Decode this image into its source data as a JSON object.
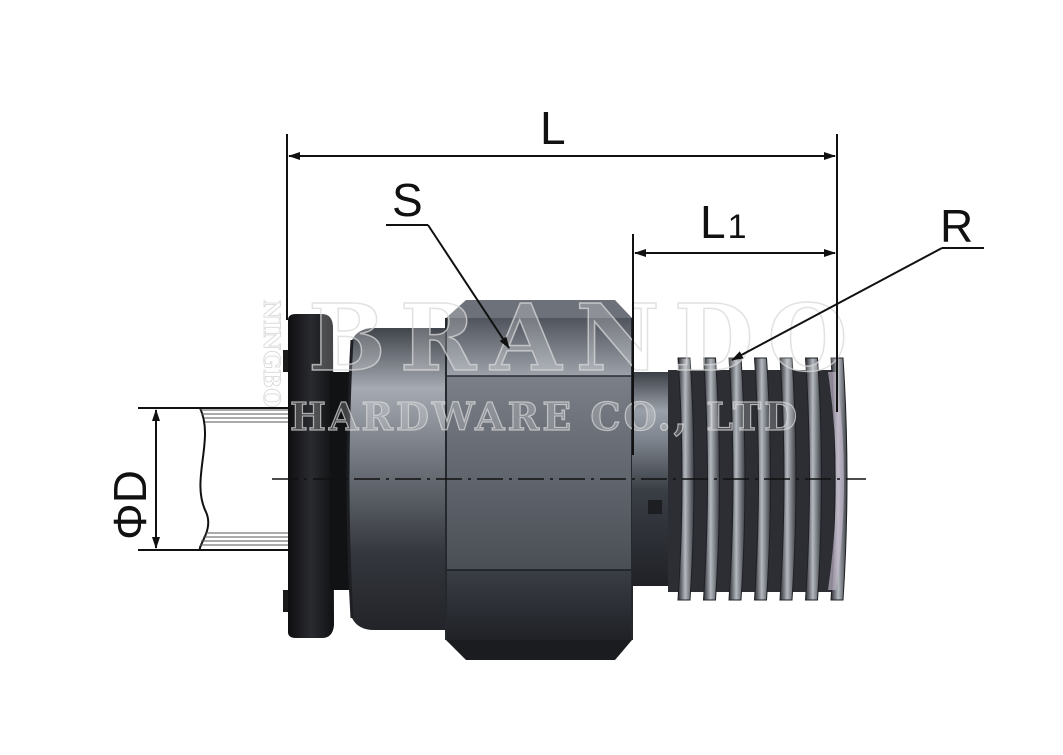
{
  "labels": {
    "length": "L",
    "hex": "S",
    "thread_length_main": "L",
    "thread_length_sub": "1",
    "thread": "R",
    "diameter": "ΦD"
  },
  "watermark": {
    "main": "BRANDO",
    "sub": "HARDWARE CO., LTD",
    "vertical": "NINGBO"
  },
  "colors": {
    "line": "#111111",
    "collet": "#1a1a1a",
    "body_dark": "#2e3138",
    "body_light": "#8d929b",
    "thread_dark": "#2c2e34",
    "thread_light": "#a7abb3"
  }
}
